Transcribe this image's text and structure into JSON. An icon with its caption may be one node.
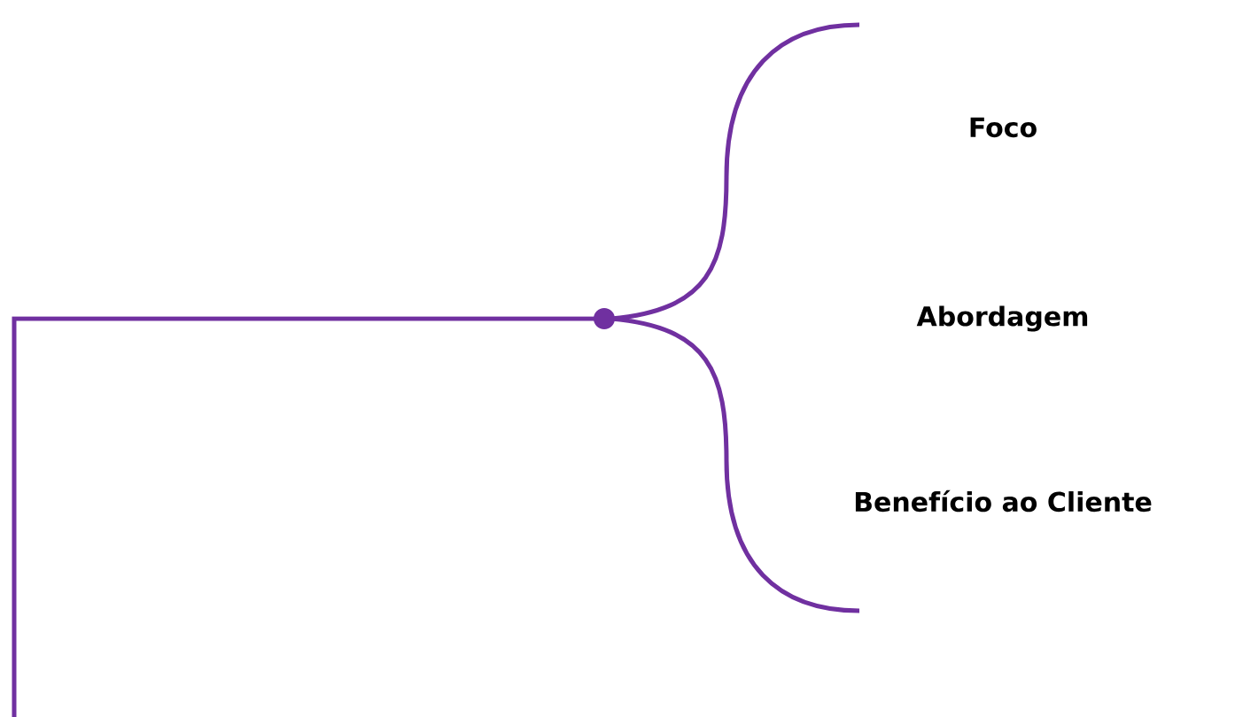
{
  "diagram": {
    "labels": [
      "Foco",
      "Abordagem",
      "Benefício ao Cliente"
    ]
  }
}
